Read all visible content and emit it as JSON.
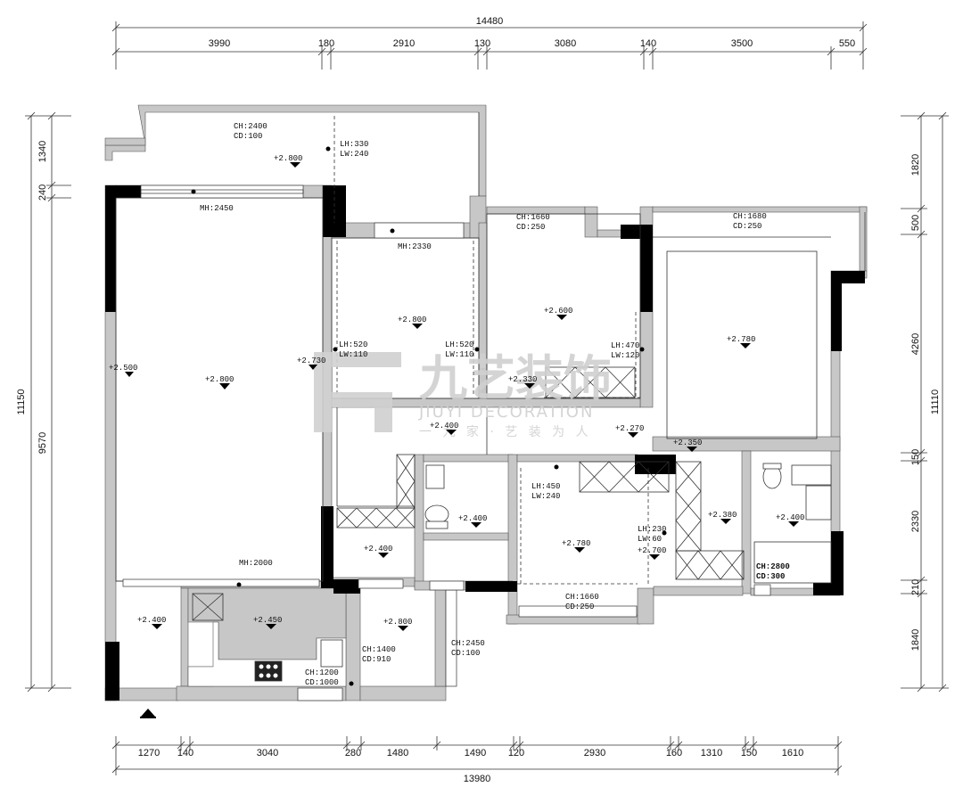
{
  "dimensions": {
    "top_total": "14480",
    "top_segments": [
      "3990",
      "180",
      "2910",
      "130",
      "3080",
      "140",
      "3500",
      "550"
    ],
    "bottom_total": "13980",
    "bottom_segments": [
      "1270",
      "140",
      "3040",
      "280",
      "1480",
      "1490",
      "120",
      "2930",
      "160",
      "1310",
      "150",
      "1610"
    ],
    "left_total": "11150",
    "left_top": [
      "1340",
      "240"
    ],
    "left_main": "9570",
    "right_total": "11110",
    "right_segments": [
      "1820",
      "500",
      "4260",
      "150",
      "2330",
      "210",
      "1840"
    ]
  },
  "ceiling_notes": {
    "balcony": [
      "CH:2400",
      "CD:100"
    ],
    "lh330": [
      "LH:330",
      "LW:240"
    ],
    "mh2450": "MH:2450",
    "mh2330": "MH:2330",
    "room_mid": [
      "CH:1660",
      "CD:250"
    ],
    "room_right": [
      "CH:1680",
      "CD:250"
    ],
    "lh520a": [
      "LH:520",
      "LW:110"
    ],
    "lh520b": [
      "LH:520",
      "LW:110"
    ],
    "lh470": [
      "LH:470",
      "LW:120"
    ],
    "lh450": [
      "LH:450",
      "LW:240"
    ],
    "lh230": [
      "LH:230",
      "LW:60"
    ],
    "mh2000": "MH:2000",
    "bottom_room": [
      "CH:1660",
      "CD:250"
    ],
    "ch1400": [
      "CH:1400",
      "CD:910"
    ],
    "ch1200": [
      "CH:1200",
      "CD:1000"
    ],
    "ch2450": [
      "CH:2450",
      "CD:100"
    ],
    "bath_right": [
      "CH:2800",
      "CD:300"
    ]
  },
  "levels": {
    "balcony": "+2.800",
    "living": "+2.800",
    "living_left": "+2.500",
    "living_right": "+2.730",
    "bed1": "+2.800",
    "bed2": "+2.600",
    "master": "+2.780",
    "corridor_a": "+2.330",
    "corridor_b": "+2.400",
    "corridor_c": "+2.270",
    "corridor_d": "+2.350",
    "bath1": "+2.400",
    "entry_closet": "+2.400",
    "study": "+2.780",
    "study_side": "+2.700",
    "passage_right": "+2.380",
    "bath_right": "+2.400",
    "entry": "+2.400",
    "kitchen": "+2.450",
    "utility": "+2.800"
  },
  "watermark": {
    "brand": "九艺装饰",
    "latin": "JIUYI DECORATION",
    "slogan": "一 九 家 · 艺 装 为 人"
  }
}
